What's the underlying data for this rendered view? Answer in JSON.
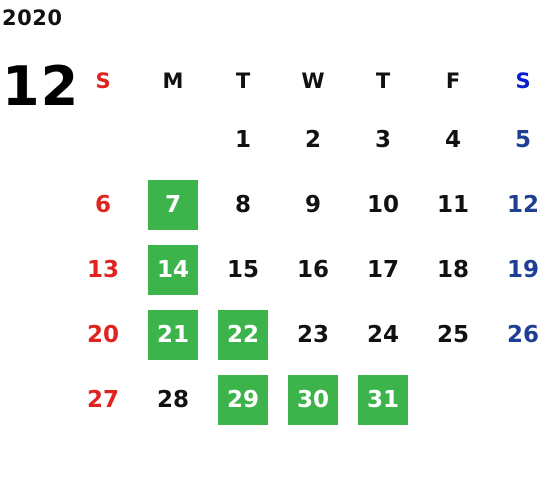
{
  "year": "2020",
  "month": "12",
  "weekdays": [
    "S",
    "M",
    "T",
    "W",
    "T",
    "F",
    "S"
  ],
  "weeks": [
    [
      "",
      "",
      "1",
      "2",
      "3",
      "4",
      "5"
    ],
    [
      "6",
      "7",
      "8",
      "9",
      "10",
      "11",
      "12"
    ],
    [
      "13",
      "14",
      "15",
      "16",
      "17",
      "18",
      "19"
    ],
    [
      "20",
      "21",
      "22",
      "23",
      "24",
      "25",
      "26"
    ],
    [
      "27",
      "28",
      "29",
      "30",
      "31",
      "",
      ""
    ]
  ],
  "highlighted_days": [
    "7",
    "14",
    "21",
    "22",
    "29",
    "30",
    "31"
  ],
  "colors": {
    "sunday": "#e0231e",
    "saturday": "#1f3f95",
    "saturday_header": "#0a1ccf",
    "highlight": "#3db34b",
    "text": "#111111"
  }
}
